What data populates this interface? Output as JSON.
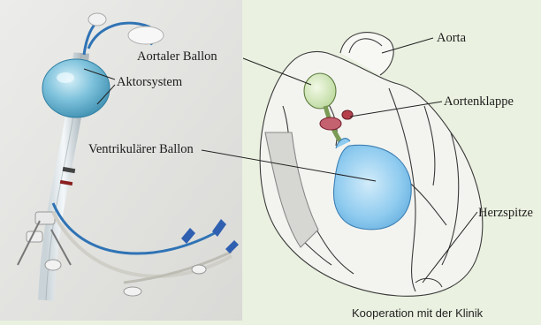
{
  "labels": {
    "aortaler_ballon": "Aortaler Ballon",
    "aktorsystem": "Aktorsystem",
    "ventrikulaerer_ballon": "Ventrikulärer Ballon",
    "aorta": "Aorta",
    "aortenklappe": "Aortenklappe",
    "herzspitze": "Herzspitze"
  },
  "caption": "Kooperation mit der Klinik",
  "colors": {
    "background": "#eaf1e0",
    "balloon": "#7ec2dc",
    "tube_blue": "#2f73b5",
    "heart_line": "#3a3a3a",
    "green_balloon": "#cfe4b4",
    "valve_red": "#b5404c"
  }
}
